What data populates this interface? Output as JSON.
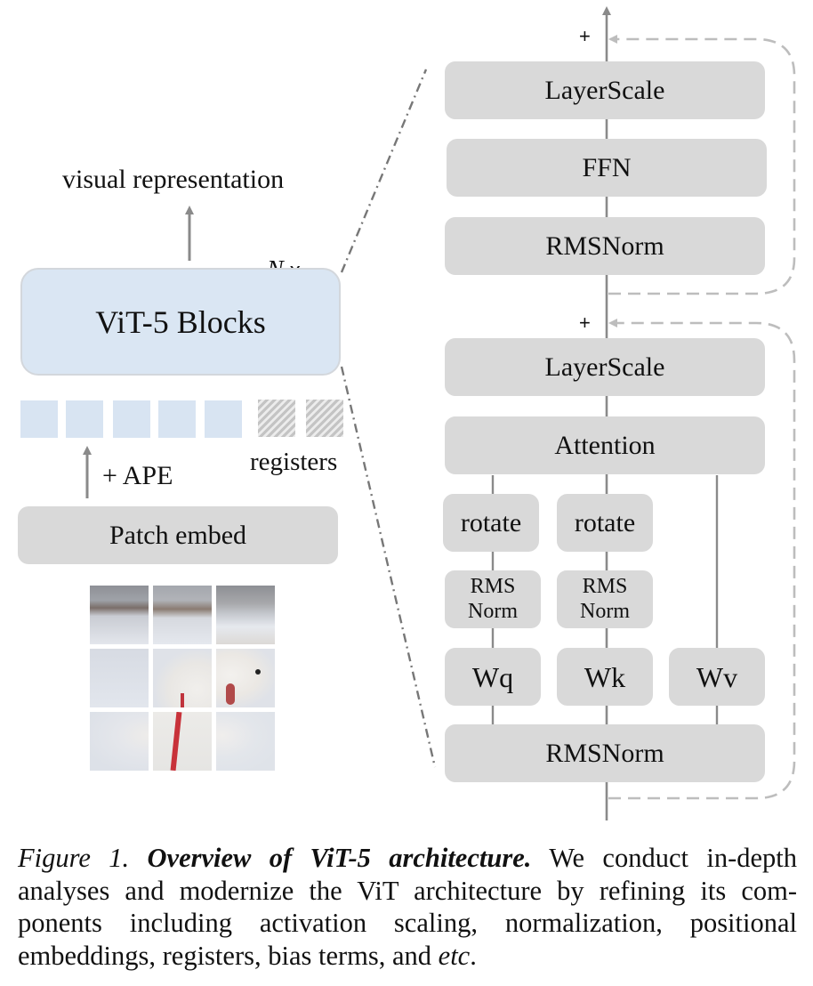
{
  "left_panel": {
    "output_label": "visual representation",
    "repeat_label_n": "N",
    "repeat_label_x": "x",
    "blocks_label": "ViT-5 Blocks",
    "patch_token_count": 5,
    "register_token_count": 2,
    "registers_label": "registers",
    "ape_label": "+ APE",
    "patch_embed_label": "Patch embed",
    "input_image": "dog-in-snow-image-split-into-3x3-patches"
  },
  "block_detail": {
    "ffn_branch": {
      "residual_symbol": "+",
      "layers": [
        "LayerScale",
        "FFN",
        "RMSNorm"
      ]
    },
    "attention_branch": {
      "residual_symbol": "+",
      "layerscale": "LayerScale",
      "attention": "Attention",
      "rotate_q": "rotate",
      "rotate_k": "rotate",
      "qnorm_line1": "RMS",
      "qnorm_line2": "Norm",
      "knorm_line1": "RMS",
      "knorm_line2": "Norm",
      "wq": "Wq",
      "wk": "Wk",
      "wv": "Wv",
      "input_norm": "RMSNorm"
    }
  },
  "colors": {
    "gray_box": "#d9d9d9",
    "blue_box": "#dae6f3",
    "arrow": "#8a8a8a",
    "residual_dash": "#bdbdbd",
    "zoom_dashdot": "#777777"
  },
  "caption": {
    "label": "Figure 1.",
    "title": "Overview of ViT-5 architecture.",
    "text_line1": "We conduct in-depth",
    "text_line2": "analyses and modernize the ViT architecture by refining its com-",
    "text_line3": "ponents including activation scaling, normalization, positional",
    "text_line4_pre": "embeddings, registers, bias terms, and",
    "text_line4_em": "etc",
    "text_line4_post": "."
  }
}
